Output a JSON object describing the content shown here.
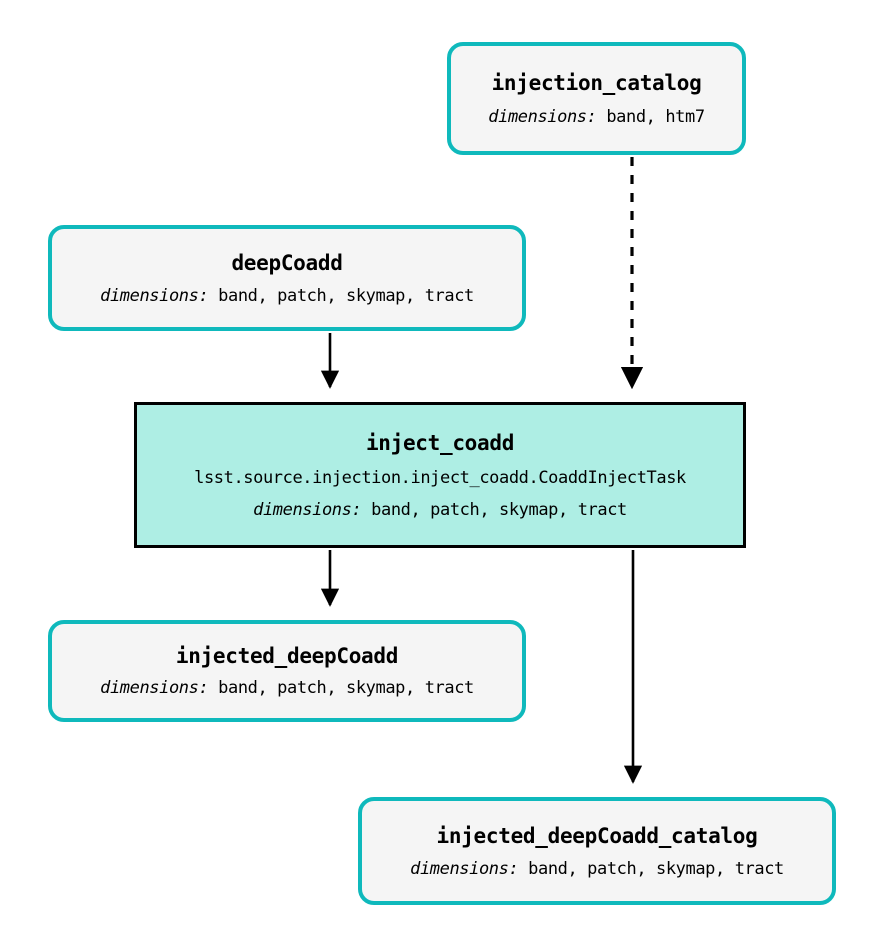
{
  "diagram": {
    "type": "pipeline-dag",
    "orientation": "top-to-bottom",
    "dims_label": "dimensions:",
    "colors": {
      "dataset_border": "#0fb9bc",
      "dataset_fill": "#f5f5f5",
      "task_border": "#000000",
      "task_fill": "#aeeee4",
      "edge": "#000000"
    }
  },
  "nodes": {
    "injection_catalog": {
      "title": "injection_catalog",
      "kind": "dataset",
      "dims_label": "dimensions:",
      "dimensions": "band, htm7"
    },
    "deep_coadd": {
      "title": "deepCoadd",
      "kind": "dataset",
      "dims_label": "dimensions:",
      "dimensions": "band, patch, skymap, tract"
    },
    "inject_coadd": {
      "title": "inject_coadd",
      "kind": "task",
      "class_path": "lsst.source.injection.inject_coadd.CoaddInjectTask",
      "dims_label": "dimensions:",
      "dimensions": "band, patch, skymap, tract"
    },
    "injected_deep_coadd": {
      "title": "injected_deepCoadd",
      "kind": "dataset",
      "dims_label": "dimensions:",
      "dimensions": "band, patch, skymap, tract"
    },
    "injected_deep_coadd_catalog": {
      "title": "injected_deepCoadd_catalog",
      "kind": "dataset",
      "dims_label": "dimensions:",
      "dimensions": "band, patch, skymap, tract"
    }
  },
  "edges": [
    {
      "id": "injection-catalog-to-inject-coadd",
      "from": "injection_catalog",
      "to": "inject_coadd",
      "style": "dashed",
      "arrow": "triangle"
    },
    {
      "id": "deep-coadd-to-inject-coadd",
      "from": "deep_coadd",
      "to": "inject_coadd",
      "style": "solid",
      "arrow": "triangle"
    },
    {
      "id": "inject-coadd-to-injected-deep-coadd",
      "from": "inject_coadd",
      "to": "injected_deep_coadd",
      "style": "solid",
      "arrow": "triangle"
    },
    {
      "id": "inject-coadd-to-injected-deep-coadd-catalog",
      "from": "inject_coadd",
      "to": "injected_deep_coadd_catalog",
      "style": "solid",
      "arrow": "triangle"
    }
  ]
}
